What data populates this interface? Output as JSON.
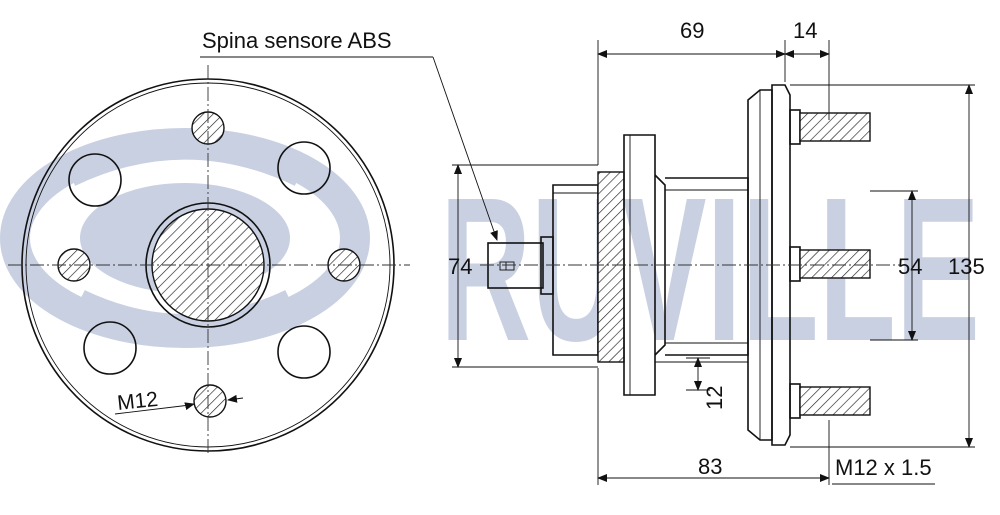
{
  "watermark": {
    "text": "RUVILLE",
    "color": "#c9d0e2"
  },
  "labels": {
    "abs_sensor": "Spina sensore ABS",
    "bolt_left": "M12",
    "thread": "M12 x 1.5"
  },
  "dimensions": {
    "d69": "69",
    "d14": "14",
    "d74": "74",
    "d54": "54",
    "d135": "135",
    "d83": "83",
    "d12": "12"
  }
}
